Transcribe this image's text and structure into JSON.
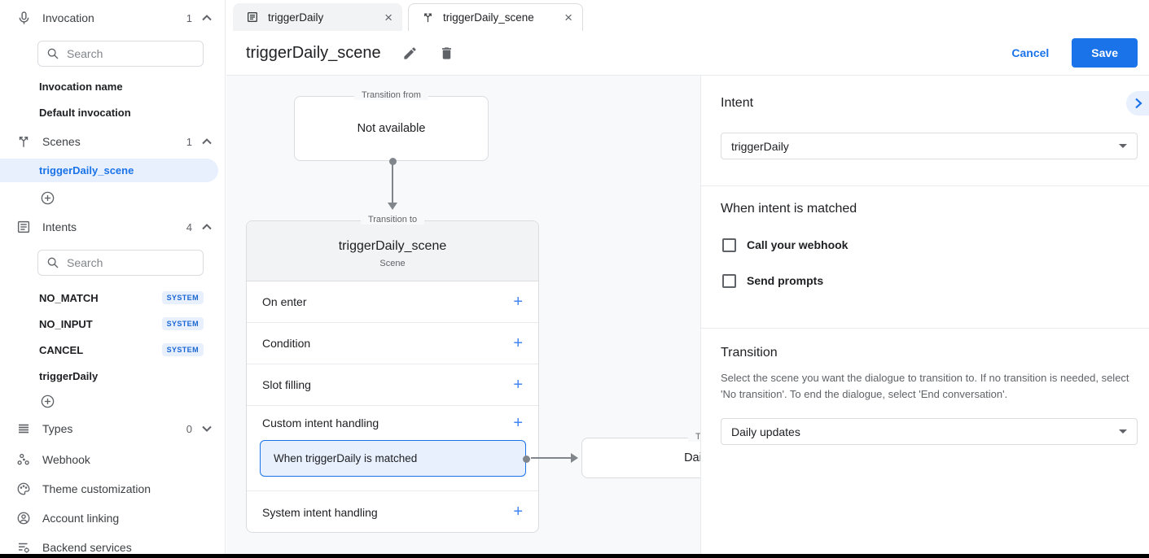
{
  "colors": {
    "accent": "#1a73e8",
    "accent_light": "#e8f0fe",
    "canvas_bg": "#f8f9fa"
  },
  "glyphs": {
    "close": "×",
    "plus": "+"
  },
  "sidebar": {
    "invocation": {
      "label": "Invocation",
      "count": "1"
    },
    "invocation_search_placeholder": "Search",
    "invocation_items": [
      {
        "label": "Invocation name"
      },
      {
        "label": "Default invocation"
      }
    ],
    "scenes": {
      "label": "Scenes",
      "count": "1"
    },
    "scene_items": [
      {
        "label": "triggerDaily_scene"
      }
    ],
    "intents": {
      "label": "Intents",
      "count": "4"
    },
    "intents_search_placeholder": "Search",
    "intent_items": [
      {
        "label": "NO_MATCH",
        "badge": "SYSTEM"
      },
      {
        "label": "NO_INPUT",
        "badge": "SYSTEM"
      },
      {
        "label": "CANCEL",
        "badge": "SYSTEM"
      },
      {
        "label": "triggerDaily",
        "badge": ""
      }
    ],
    "types": {
      "label": "Types",
      "count": "0"
    },
    "nav_items": [
      {
        "label": "Webhook"
      },
      {
        "label": "Theme customization"
      },
      {
        "label": "Account linking"
      },
      {
        "label": "Backend services"
      }
    ]
  },
  "tabs": [
    {
      "label": "triggerDaily"
    },
    {
      "label": "triggerDaily_scene"
    }
  ],
  "header": {
    "title": "triggerDaily_scene",
    "cancel_label": "Cancel",
    "save_label": "Save"
  },
  "canvas": {
    "transition_from": {
      "legend": "Transition from",
      "text": "Not available"
    },
    "scene_card": {
      "legend": "Transition to",
      "title": "triggerDaily_scene",
      "subtitle": "Scene",
      "rows": [
        {
          "label": "On enter"
        },
        {
          "label": "Condition"
        },
        {
          "label": "Slot filling"
        },
        {
          "label": "Custom intent handling"
        }
      ],
      "matched_item": "When triggerDaily is matched",
      "system_row": "System intent handling"
    },
    "target_card": {
      "legend": "Transition to",
      "text": "Daily updates"
    }
  },
  "panel": {
    "intent": {
      "heading": "Intent",
      "value": "triggerDaily"
    },
    "matched": {
      "heading": "When intent is matched",
      "options": [
        {
          "label": "Call your webhook"
        },
        {
          "label": "Send prompts"
        }
      ]
    },
    "transition": {
      "heading": "Transition",
      "description": "Select the scene you want the dialogue to transition to. If no transition is needed, select 'No transition'. To end the dialogue, select 'End conversation'.",
      "value": "Daily updates"
    }
  }
}
